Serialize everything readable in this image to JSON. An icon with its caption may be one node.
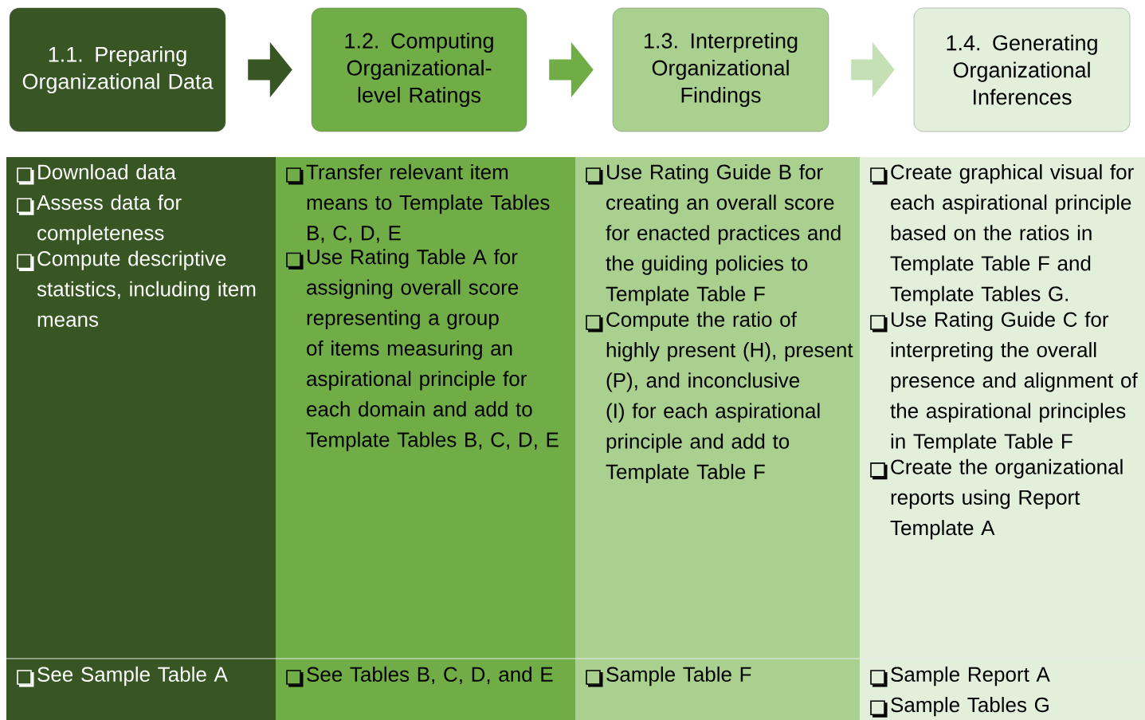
{
  "diagram": {
    "nodes": [
      {
        "text": [
          "1.1. Preparing Organizational Data"
        ]
      },
      {
        "text": [
          "1.2. Computing Organizational-level Ratings"
        ]
      },
      {
        "text": [
          "1.3. Interpreting Organizational Findings"
        ]
      },
      {
        "text": [
          "1.4. Generating Organizational Inferences"
        ]
      }
    ],
    "edges": [
      {
        "from": 0,
        "to": 1,
        "arrow": "to",
        "color": "#375623"
      },
      {
        "from": 1,
        "to": 2,
        "arrow": "to",
        "color": "#70ad47"
      },
      {
        "from": 2,
        "to": 3,
        "arrow": "to",
        "color": "#c5e0b4"
      }
    ],
    "labels": [
      "Download data",
      "Assess data for completeness",
      "Compute descriptive statistics, including item means",
      "Transfer relevant item means to Template Tables B, C, D, E",
      "Use Rating Table A for assigning overall score representing a group of items measuring an aspirational principle for each domain and add to Template Tables B, C, D, E",
      "Use Rating Guide B for creating an overall score for enacted practices and the guiding policies to Template Table F",
      "Compute the ratio of highly present (H), present (P), and inconclusive (I) for each aspirational principle and add to Template Table F",
      "Create graphical visual for each aspirational principle based on the ratios in Template Table F and Template Tables G.",
      "Use Rating Guide C for interpreting the overall presence and alignment of the aspirational principles in Template Table F",
      "Create the organizational reports using Report Template A",
      "See Sample Table A",
      "See Tables B, C, D, and E",
      "Sample Table F",
      "Sample Report A",
      "Sample Tables G"
    ]
  }
}
